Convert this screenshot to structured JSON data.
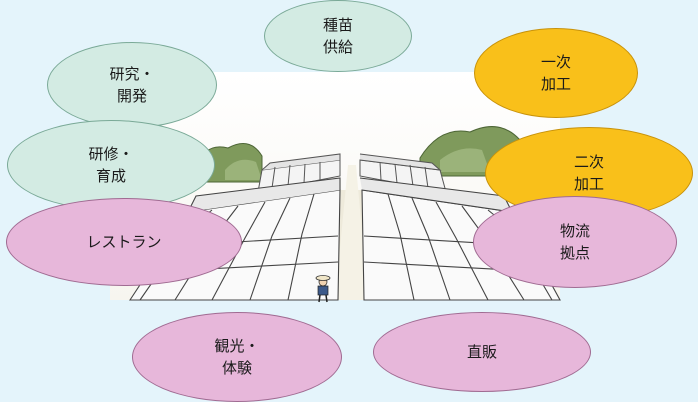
{
  "background": "#e4f4fb",
  "colors": {
    "green_fill": "#d3ebe3",
    "yellow_fill": "#f9c01a",
    "pink_fill": "#e7b7da"
  },
  "illustration": "greenhouse rows with farmer",
  "nodes": {
    "seedling": {
      "lines": [
        "種苗",
        "供給"
      ],
      "color": "green"
    },
    "research": {
      "lines": [
        "研究・",
        "開発"
      ],
      "color": "green"
    },
    "training": {
      "lines": [
        "研修・",
        "育成"
      ],
      "color": "green"
    },
    "primary": {
      "lines": [
        "一次",
        "加工"
      ],
      "color": "yellow"
    },
    "secondary": {
      "lines": [
        "二次",
        "加工"
      ],
      "color": "yellow"
    },
    "restaurant": {
      "lines": [
        "レストラン"
      ],
      "color": "pink"
    },
    "logistics": {
      "lines": [
        "物流",
        "拠点"
      ],
      "color": "pink"
    },
    "tourism": {
      "lines": [
        "観光・",
        "体験"
      ],
      "color": "pink"
    },
    "direct_sales": {
      "lines": [
        "直販"
      ],
      "color": "pink"
    }
  }
}
